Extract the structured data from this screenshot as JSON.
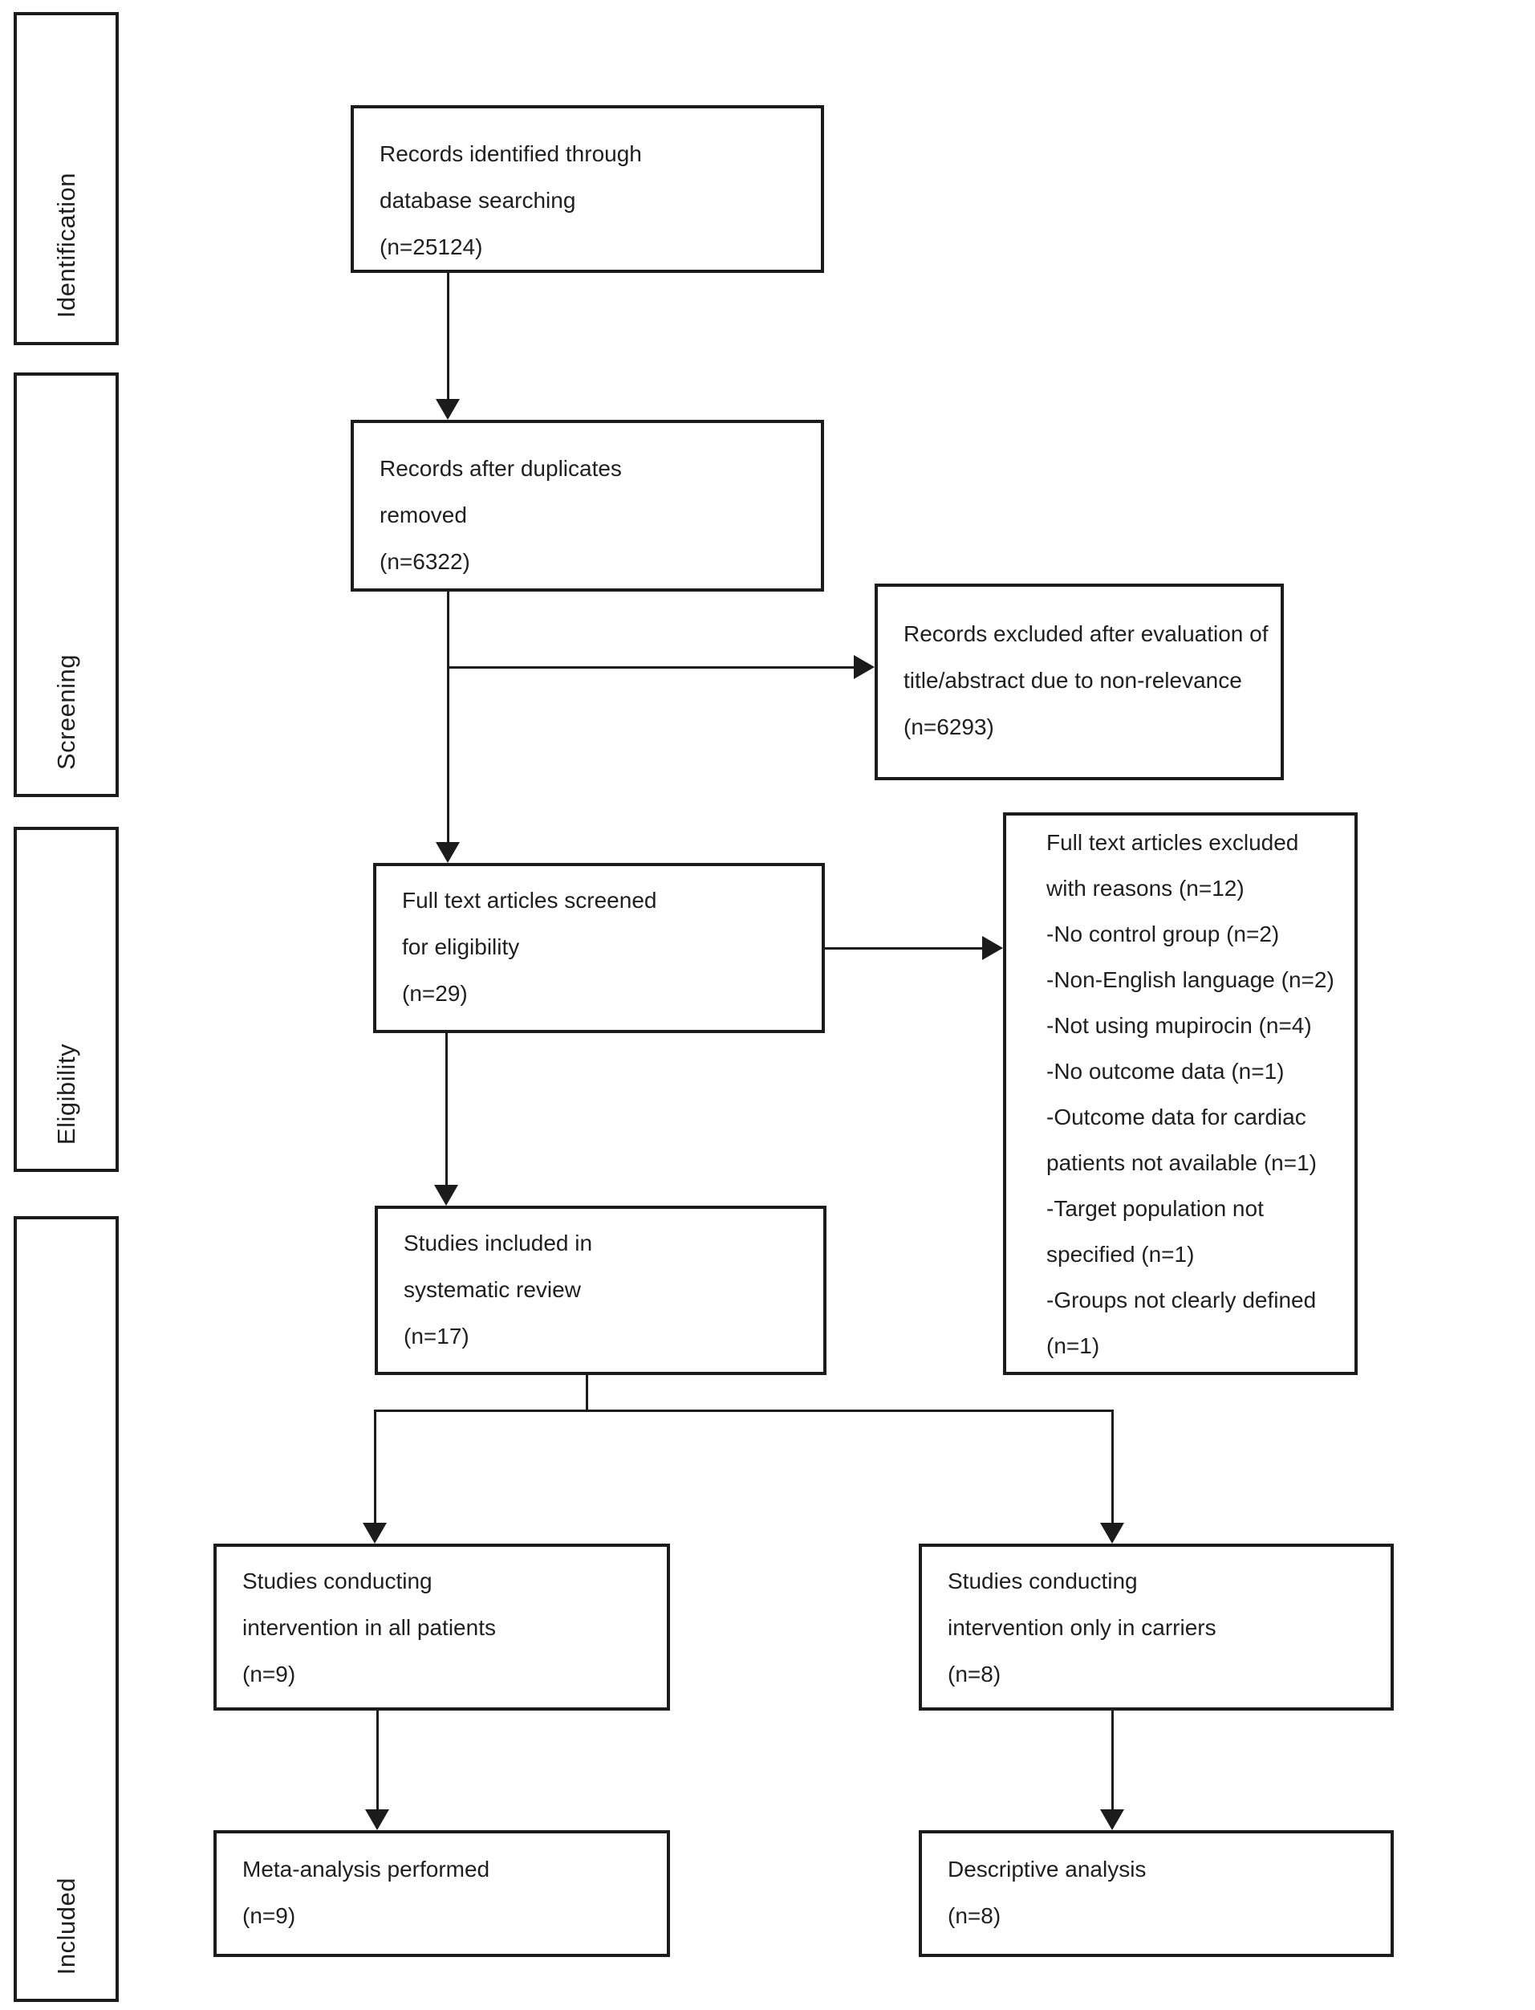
{
  "figure": {
    "type": "prisma-flow-diagram",
    "colors": {
      "line": "#1c1c1c",
      "text": "#1f1f1f",
      "background": "#ffffff"
    },
    "stages": [
      {
        "label": "Identification"
      },
      {
        "label": "Screening"
      },
      {
        "label": "Eligibility"
      },
      {
        "label": "Included"
      }
    ],
    "boxes": {
      "identified": {
        "lines": [
          "Records identified through",
          "database searching",
          "(n=25124)"
        ]
      },
      "duplicates_removed": {
        "lines": [
          "Records after duplicates",
          "removed",
          "(n=6322)"
        ]
      },
      "records_excluded": {
        "lines": [
          "Records excluded after evaluation of",
          "title/abstract due to non-relevance",
          "(n=6293)"
        ]
      },
      "fulltext_screened": {
        "lines": [
          "Full text articles screened",
          "for eligibility",
          "(n=29)"
        ]
      },
      "fulltext_excluded": {
        "lines": [
          "Full text articles excluded",
          "with reasons (n=12)",
          "-No control group (n=2)",
          "-Non-English language (n=2)",
          "-Not using mupirocin (n=4)",
          "-No outcome data (n=1)",
          "-Outcome data for cardiac",
          "patients not available (n=1)",
          "-Target population not",
          "specified (n=1)",
          "-Groups not clearly defined",
          "(n=1)"
        ]
      },
      "included_review": {
        "lines": [
          "Studies included in",
          "systematic review",
          "(n=17)"
        ]
      },
      "all_patients": {
        "lines": [
          "Studies conducting",
          "intervention in all patients",
          "(n=9)"
        ]
      },
      "carriers_only": {
        "lines": [
          "Studies conducting",
          "intervention only in carriers",
          "(n=8)"
        ]
      },
      "meta_analysis": {
        "lines": [
          "Meta-analysis performed",
          "(n=9)"
        ]
      },
      "descriptive_analysis": {
        "lines": [
          "Descriptive analysis",
          "(n=8)"
        ]
      }
    }
  }
}
